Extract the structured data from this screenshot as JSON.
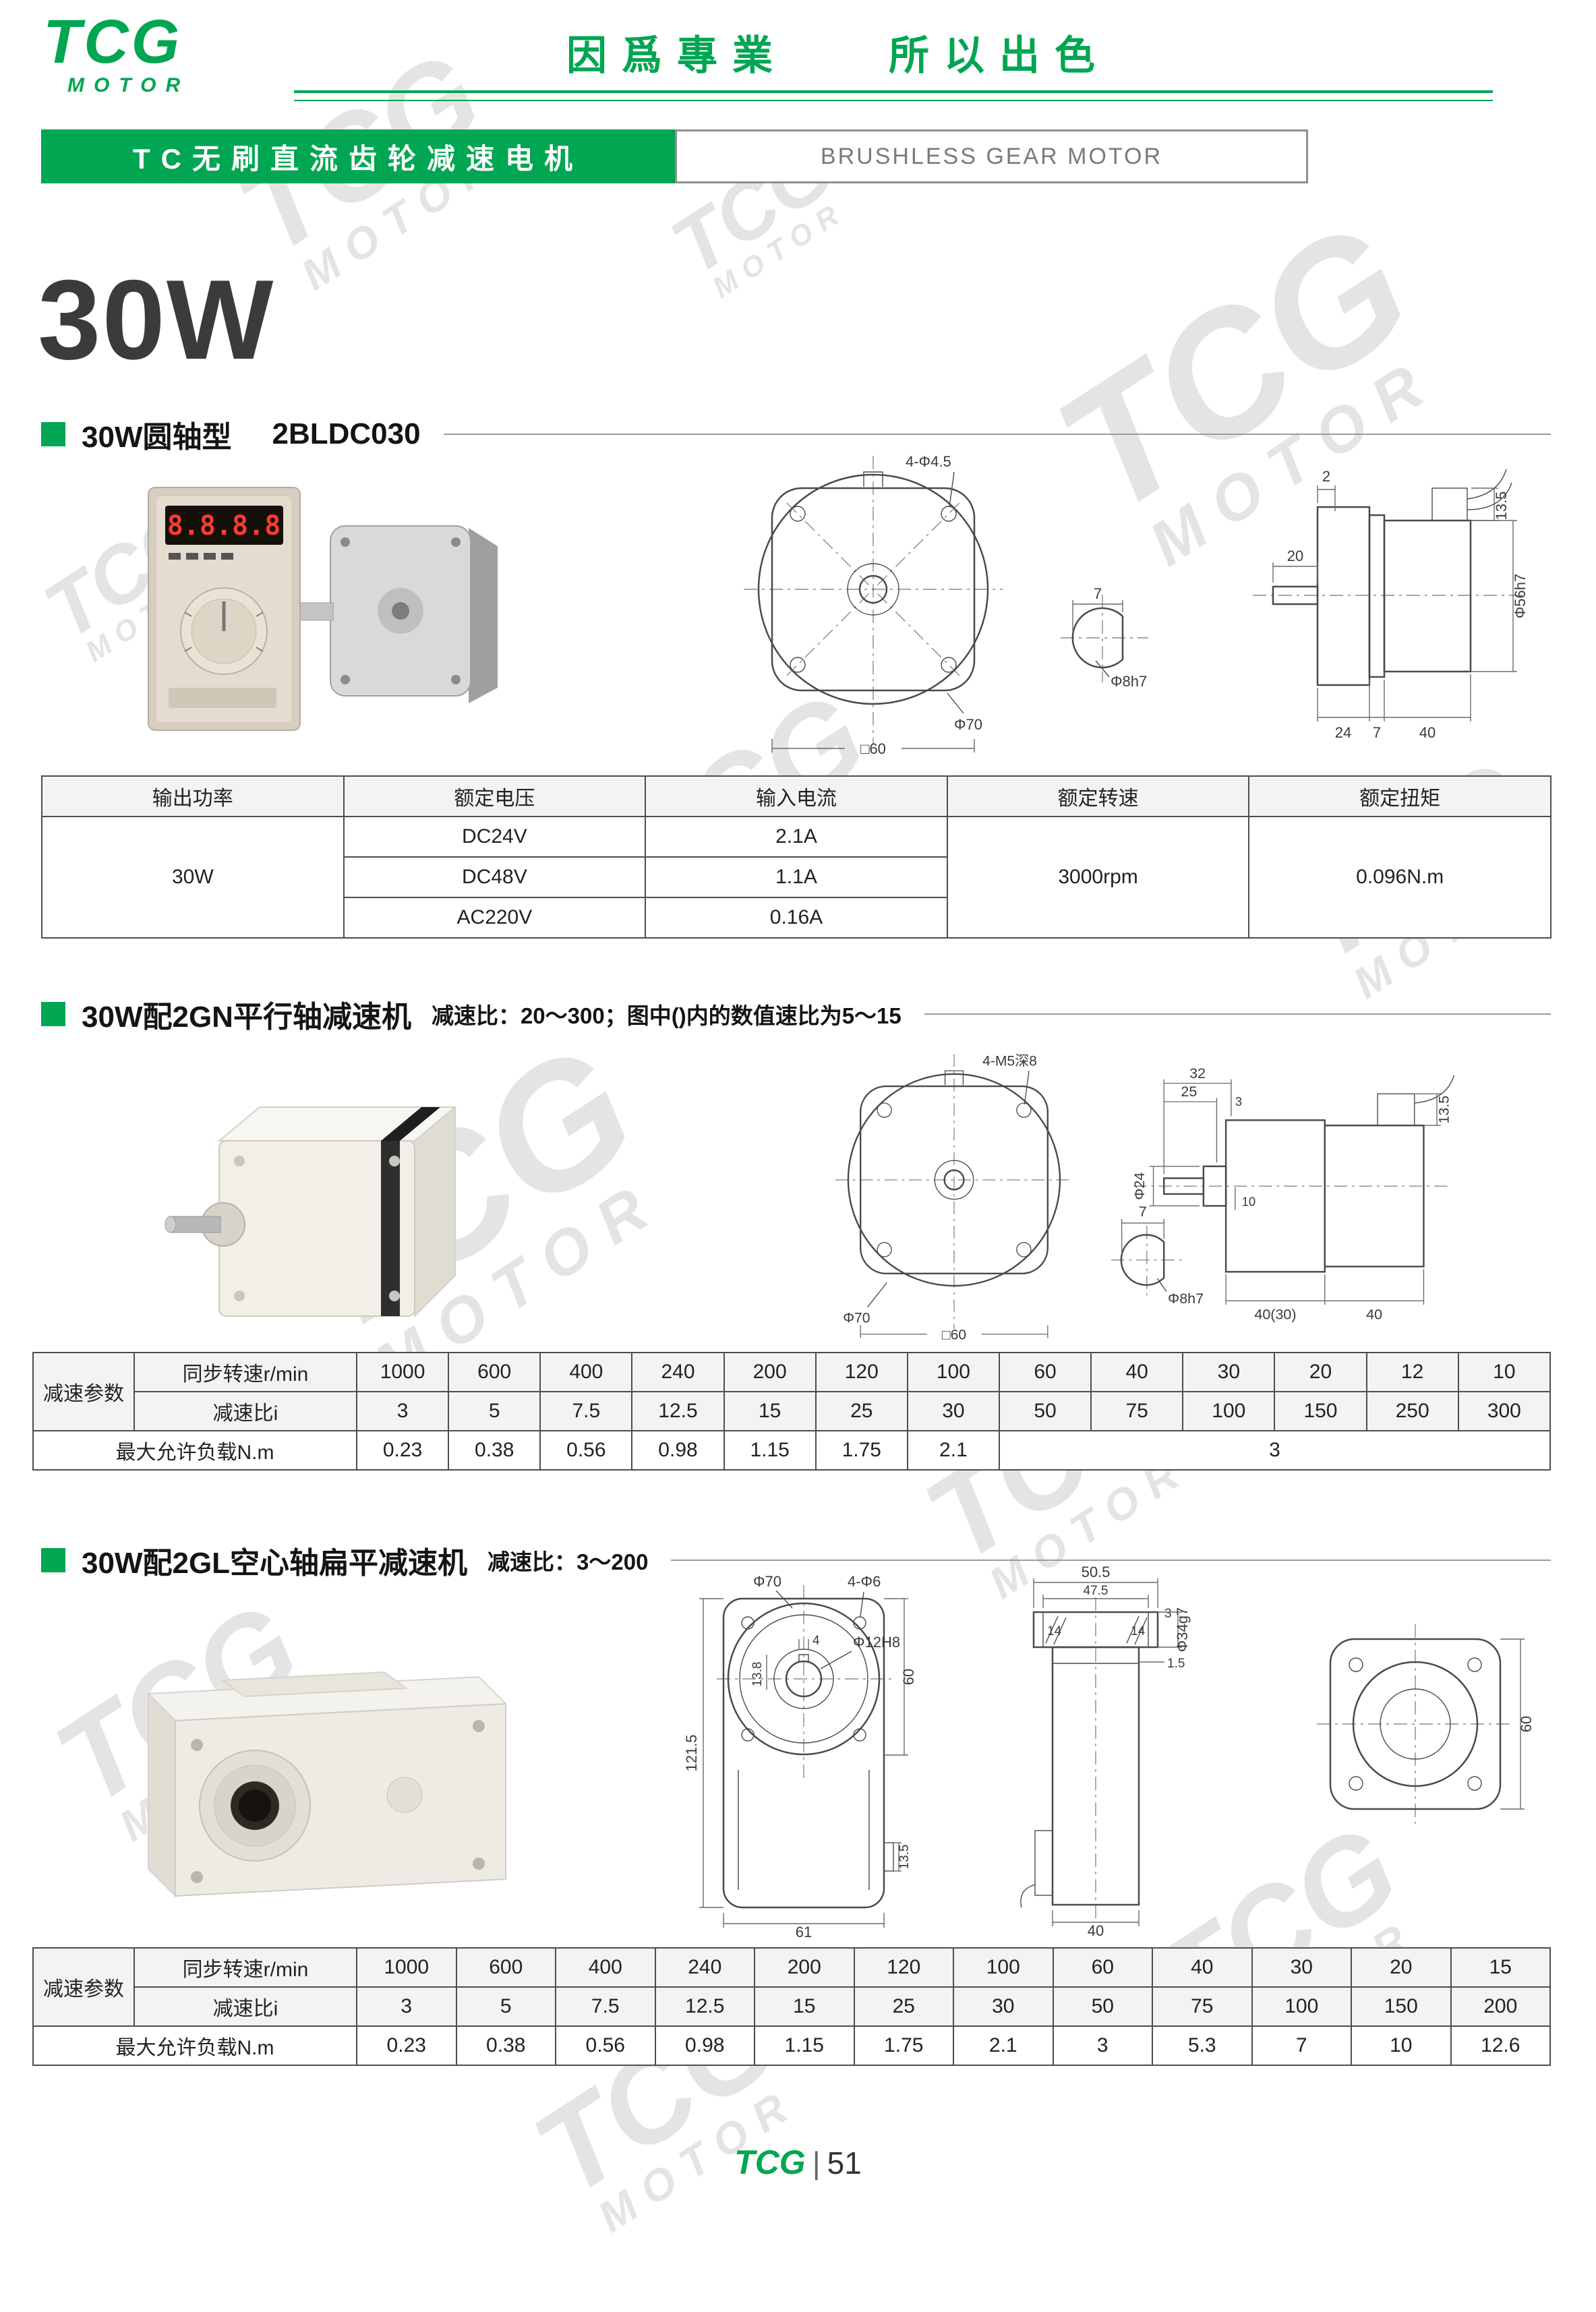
{
  "colors": {
    "brand_green": "#00a651",
    "table_header_bg": "#f3f3f3",
    "display_red": "#ff3a2f"
  },
  "watermark": {
    "line1": "TCG",
    "line2": "MOTOR"
  },
  "header": {
    "logo_main": "TCG",
    "logo_sub": "MOTOR",
    "slogan_left": "因爲專業",
    "slogan_right": "所以出色",
    "category_cn": "TC无刷直流齿轮减速电机",
    "category_en": "BRUSHLESS GEAR MOTOR"
  },
  "page_title": "30W",
  "sections": {
    "s1": {
      "bullet_title": "30W圆轴型",
      "model": "2BLDC030"
    },
    "s2": {
      "bullet_title": "30W配2GN平行轴减速机",
      "subtitle": "减速比：20～300；图中()内的数值速比为5～15"
    },
    "s3": {
      "bullet_title": "30W配2GL空心轴扁平减速机",
      "subtitle": "减速比：3～200"
    }
  },
  "spec_table": {
    "headers": [
      "输出功率",
      "额定电压",
      "输入电流",
      "额定转速",
      "额定扭矩"
    ],
    "power": "30W",
    "rows": [
      {
        "voltage": "DC24V",
        "current": "2.1A"
      },
      {
        "voltage": "DC48V",
        "current": "1.1A"
      },
      {
        "voltage": "AC220V",
        "current": "0.16A"
      }
    ],
    "speed": "3000rpm",
    "torque": "0.096N.m"
  },
  "gn_table": {
    "param_label": "减速参数",
    "speed_label": "同步转速r/min",
    "ratio_label": "减速比i",
    "load_label": "最大允许负载N.m",
    "speeds": [
      "1000",
      "600",
      "400",
      "240",
      "200",
      "120",
      "100",
      "60",
      "40",
      "30",
      "20",
      "12",
      "10"
    ],
    "ratios": [
      "3",
      "5",
      "7.5",
      "12.5",
      "15",
      "25",
      "30",
      "50",
      "75",
      "100",
      "150",
      "250",
      "300"
    ],
    "loads": [
      "0.23",
      "0.38",
      "0.56",
      "0.98",
      "1.15",
      "1.75",
      "2.1"
    ],
    "load_merged": "3"
  },
  "gl_table": {
    "param_label": "减速参数",
    "speed_label": "同步转速r/min",
    "ratio_label": "减速比i",
    "load_label": "最大允许负载N.m",
    "speeds": [
      "1000",
      "600",
      "400",
      "240",
      "200",
      "120",
      "100",
      "60",
      "40",
      "30",
      "20",
      "15"
    ],
    "ratios": [
      "3",
      "5",
      "7.5",
      "12.5",
      "15",
      "25",
      "30",
      "50",
      "75",
      "100",
      "150",
      "200"
    ],
    "loads": [
      "0.23",
      "0.38",
      "0.56",
      "0.98",
      "1.15",
      "1.75",
      "2.1",
      "3",
      "5.3",
      "7",
      "10",
      "12.6"
    ]
  },
  "drawing1": {
    "front": {
      "holes": "4-Φ4.5",
      "outer_dia": "Φ70",
      "square": "□60"
    },
    "shaft_section": {
      "flat": "7",
      "dia": "Φ8h7"
    },
    "side": {
      "shaft_len": "20",
      "step": "2",
      "tab_h": "13.5",
      "body_dia": "Φ56h7",
      "len_a": "24",
      "len_b": "7",
      "len_c": "40"
    }
  },
  "drawing2": {
    "front": {
      "holes": "4-M5深8",
      "outer_dia": "Φ70",
      "square": "□60"
    },
    "side": {
      "dim32": "32",
      "dim25": "25",
      "dim3": "3",
      "boss_dia": "Φ24",
      "dim10": "10",
      "tab_h": "13.5",
      "gear_len": "40(30)",
      "motor_len": "40"
    },
    "shaft_section": {
      "flat": "7",
      "dia": "Φ8h7"
    }
  },
  "drawing3": {
    "front": {
      "outer_dia": "Φ70",
      "holes": "4-Φ6",
      "bore": "Φ12H8",
      "dim138": "13.8",
      "dim4": "4",
      "dim60": "60",
      "height": "121.5",
      "dim135": "13.5",
      "width": "61"
    },
    "side": {
      "dim505": "50.5",
      "dim475": "47.5",
      "dim3": "3",
      "dim14": "14",
      "hub_dia": "Φ34g7",
      "dim15": "1.5",
      "dim40": "40"
    },
    "rear": {
      "dim60": "60"
    }
  },
  "controller": {
    "display": "8.8.8.8"
  },
  "footer": {
    "brand": "TCG",
    "divider": "|",
    "page": "51"
  }
}
